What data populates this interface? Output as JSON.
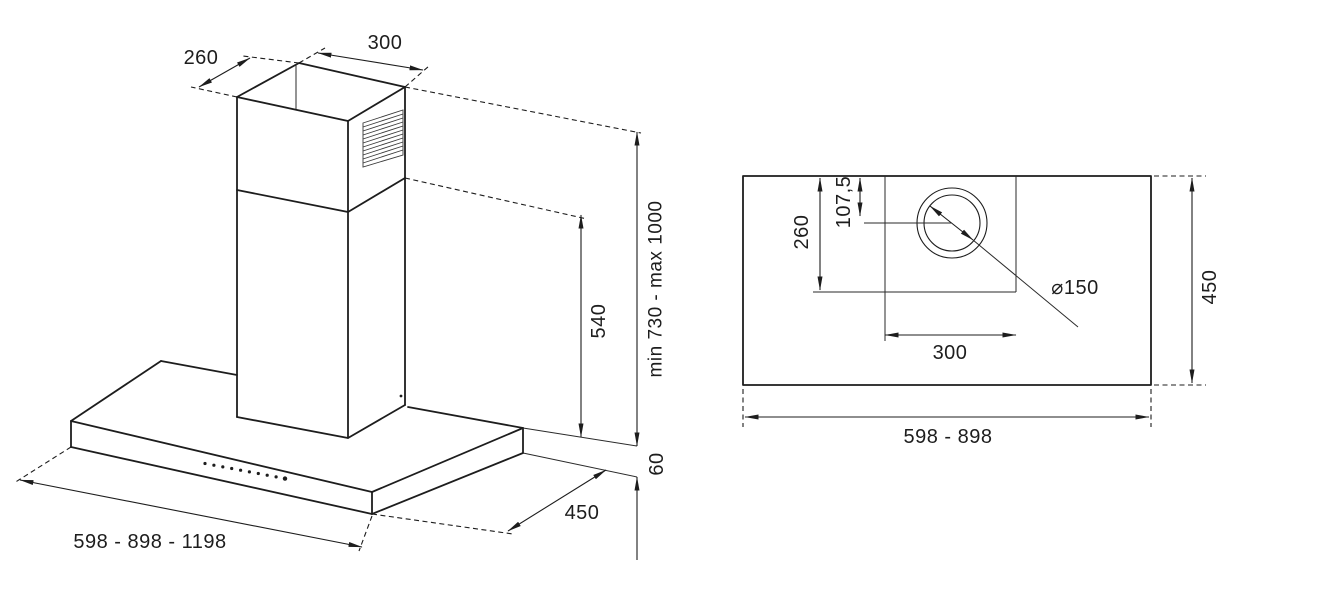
{
  "drawing": {
    "kind": "chimney-cooker-hood installation dimensions",
    "line_color": "#1d1d1d",
    "background": "#ffffff"
  },
  "iso": {
    "top_depth": "260",
    "top_width": "300",
    "inner_flue_height": "540",
    "height_range": "min 730 - max 1000",
    "body_height": "60",
    "body_depth": "450",
    "widths": "598 - 898 - 1198"
  },
  "plan": {
    "cutout_depth": "260",
    "outlet_offset": "107,5",
    "cutout_width": "300",
    "outlet_diameter": "⌀150",
    "depth": "450",
    "widths": "598 - 898"
  }
}
